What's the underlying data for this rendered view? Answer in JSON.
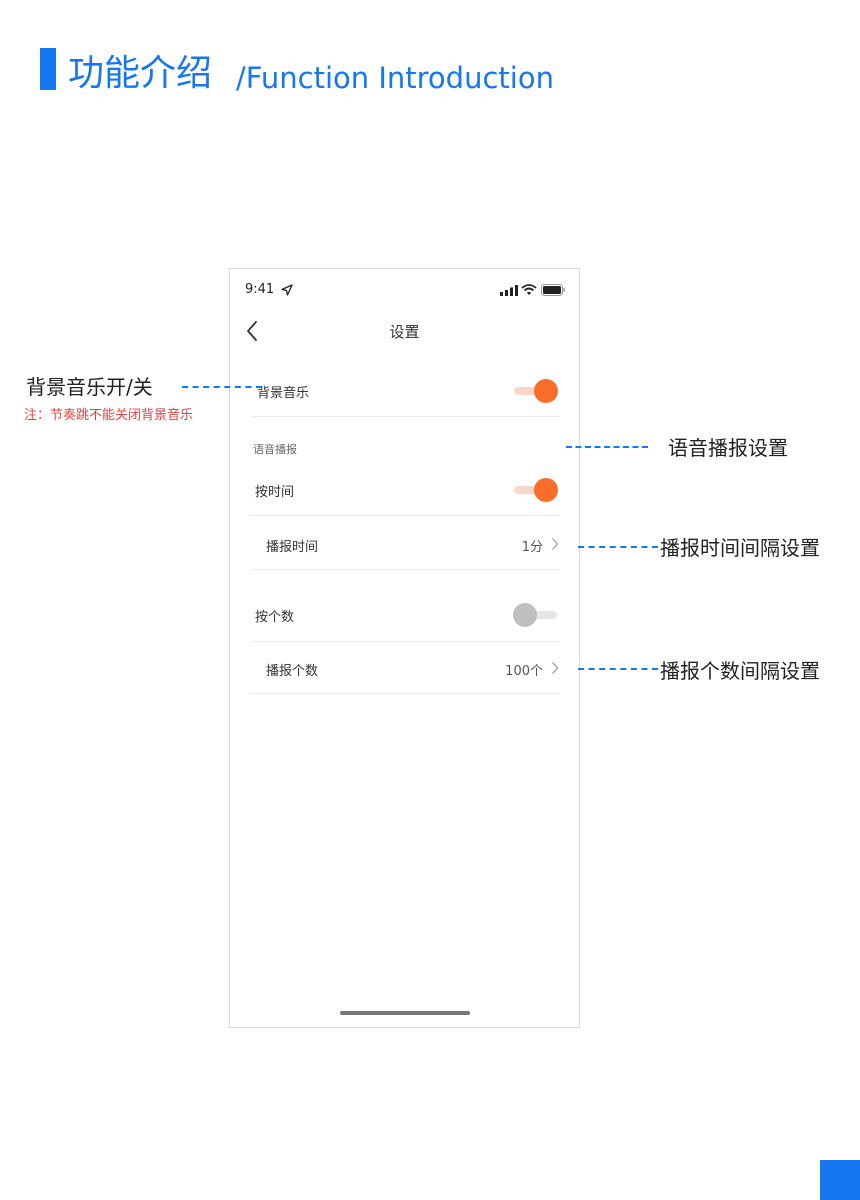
{
  "header": {
    "title_cn": "功能介绍",
    "title_en": "/Function Introduction"
  },
  "phone": {
    "status_bar": {
      "time": "9:41",
      "icons": [
        "location-arrow-icon",
        "signal-icon",
        "wifi-icon",
        "battery-icon"
      ]
    },
    "nav": {
      "title": "设置",
      "back_icon": "chevron-left-icon"
    },
    "rows": {
      "background_music": {
        "label": "背景音乐",
        "toggle_on": true
      },
      "section_voice": {
        "label": "语音播报"
      },
      "by_time": {
        "label": "按时间",
        "toggle_on": true
      },
      "broadcast_time": {
        "label": "播报时间",
        "value": "1分"
      },
      "by_count": {
        "label": "按个数",
        "toggle_on": false
      },
      "broadcast_count": {
        "label": "播报个数",
        "value": "100个"
      }
    }
  },
  "annotations": {
    "bg_music_toggle": "背景音乐开/关",
    "bg_music_note": "注：节奏跳不能关闭背景音乐",
    "voice_setting": "语音播报设置",
    "time_interval": "播报时间间隔设置",
    "count_interval": "播报个数间隔设置"
  },
  "colors": {
    "accent_blue": "#1677f2",
    "toggle_on": "#f96d2b",
    "toggle_off": "#bfbfbf",
    "note_red": "#e34343"
  }
}
